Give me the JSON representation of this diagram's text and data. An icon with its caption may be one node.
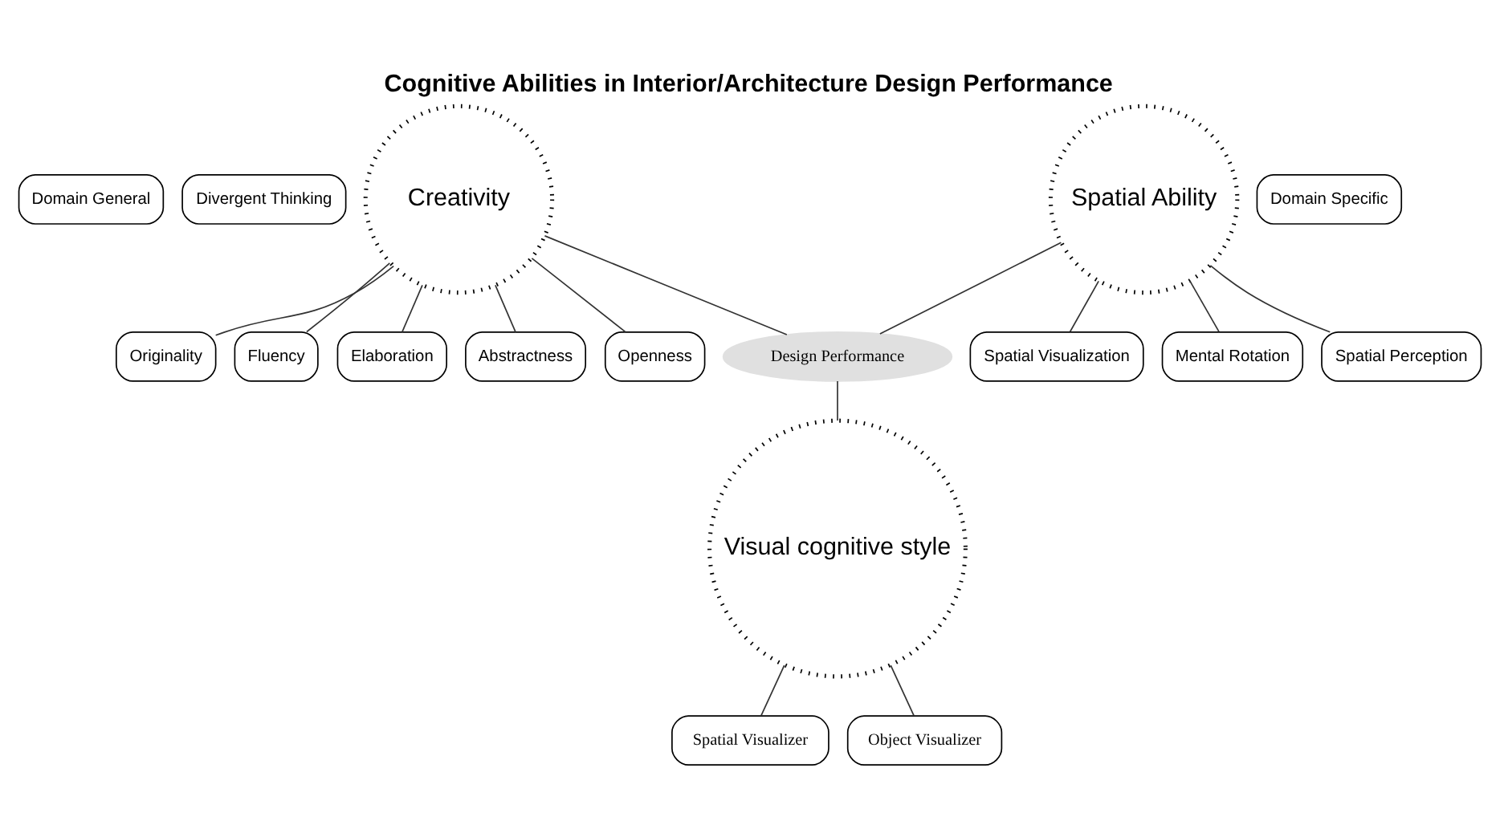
{
  "diagram": {
    "title": "Cognitive Abilities in Interior/Architecture Design Performance",
    "nodes": [
      {
        "text": [
          "Domain General"
        ]
      },
      {
        "text": [
          "Divergent Thinking"
        ]
      },
      {
        "text": [
          "Originality"
        ]
      },
      {
        "text": [
          "Spatial Visualization"
        ]
      },
      {
        "text": [
          "Spatial Ability"
        ]
      },
      {
        "text": [
          "Creativity"
        ]
      },
      {
        "text": [
          "Fluency"
        ]
      },
      {
        "text": [
          "Mental Rotation"
        ]
      },
      {
        "text": [
          "Elaboration"
        ]
      },
      {
        "text": [
          "Spatial Perception"
        ]
      },
      {
        "text": [
          "Domain Specific"
        ]
      },
      {
        "text": [
          "Abstractness"
        ]
      },
      {
        "text": [
          "Openness"
        ]
      },
      {
        "text": [
          "Design Performance"
        ]
      },
      {
        "text": [
          "Visual cognitive style"
        ]
      },
      {
        "text": [
          "Spatial Visualizer"
        ]
      },
      {
        "text": [
          "Object Visualizer"
        ]
      }
    ],
    "edges": [
      {
        "from": 3,
        "to": 4,
        "arrow": "none"
      },
      {
        "from": 7,
        "to": 4,
        "arrow": "none"
      },
      {
        "from": 9,
        "to": 4,
        "arrow": "none"
      },
      {
        "from": 5,
        "to": 2,
        "arrow": "none"
      },
      {
        "from": 5,
        "to": 6,
        "arrow": "none"
      },
      {
        "from": 5,
        "to": 8,
        "arrow": "none"
      },
      {
        "from": 5,
        "to": 11,
        "arrow": "none"
      },
      {
        "from": 5,
        "to": 12,
        "arrow": "none"
      },
      {
        "from": 4,
        "to": 13,
        "arrow": "none"
      },
      {
        "from": 5,
        "to": 13,
        "arrow": "none"
      },
      {
        "from": 13,
        "to": 14,
        "arrow": "none"
      },
      {
        "from": 14,
        "to": 15,
        "arrow": "none"
      },
      {
        "from": 14,
        "to": 16,
        "arrow": "none"
      }
    ]
  }
}
